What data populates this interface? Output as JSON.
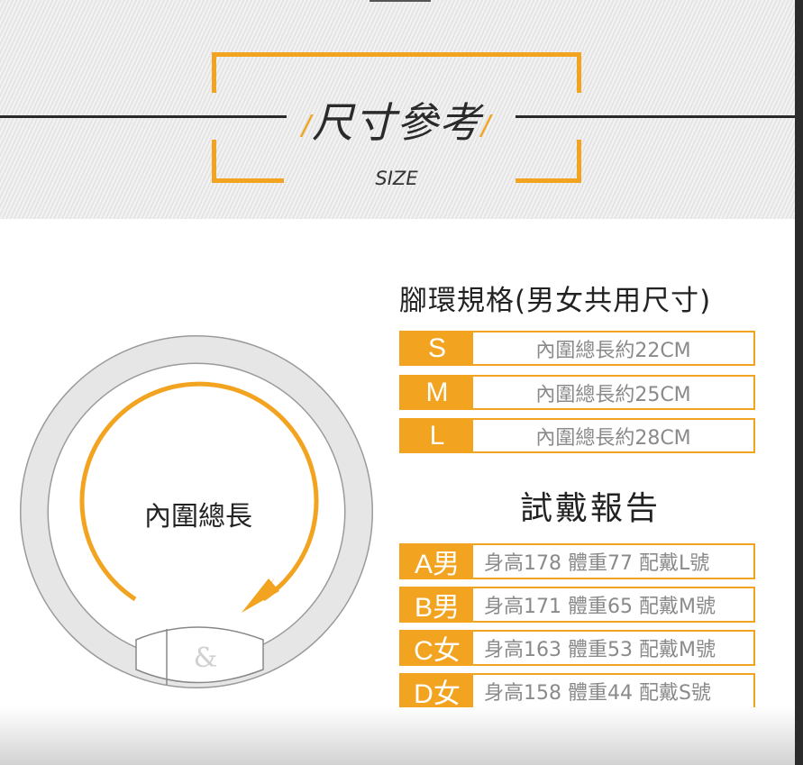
{
  "header": {
    "title": "尺寸參考",
    "subtitle": "SIZE"
  },
  "diagram": {
    "label": "內圍總長",
    "logo_text": "&"
  },
  "spec": {
    "title": "腳環規格(男女共用尺寸)",
    "rows": [
      {
        "size": "S",
        "desc": "內圍總長約22CM"
      },
      {
        "size": "M",
        "desc": "內圍總長約25CM"
      },
      {
        "size": "L",
        "desc": "內圍總長約28CM"
      }
    ]
  },
  "report": {
    "title": "試戴報告",
    "rows": [
      {
        "who": "A男",
        "desc": "身高178 體重77 配戴L號"
      },
      {
        "who": "B男",
        "desc": "身高171 體重65 配戴M號"
      },
      {
        "who": "C女",
        "desc": "身高163 體重53 配戴M號"
      },
      {
        "who": "D女",
        "desc": "身高158 體重44 配戴S號"
      }
    ]
  },
  "colors": {
    "accent": "#f2a31f",
    "text": "#222222",
    "muted": "#8a8a8a"
  }
}
